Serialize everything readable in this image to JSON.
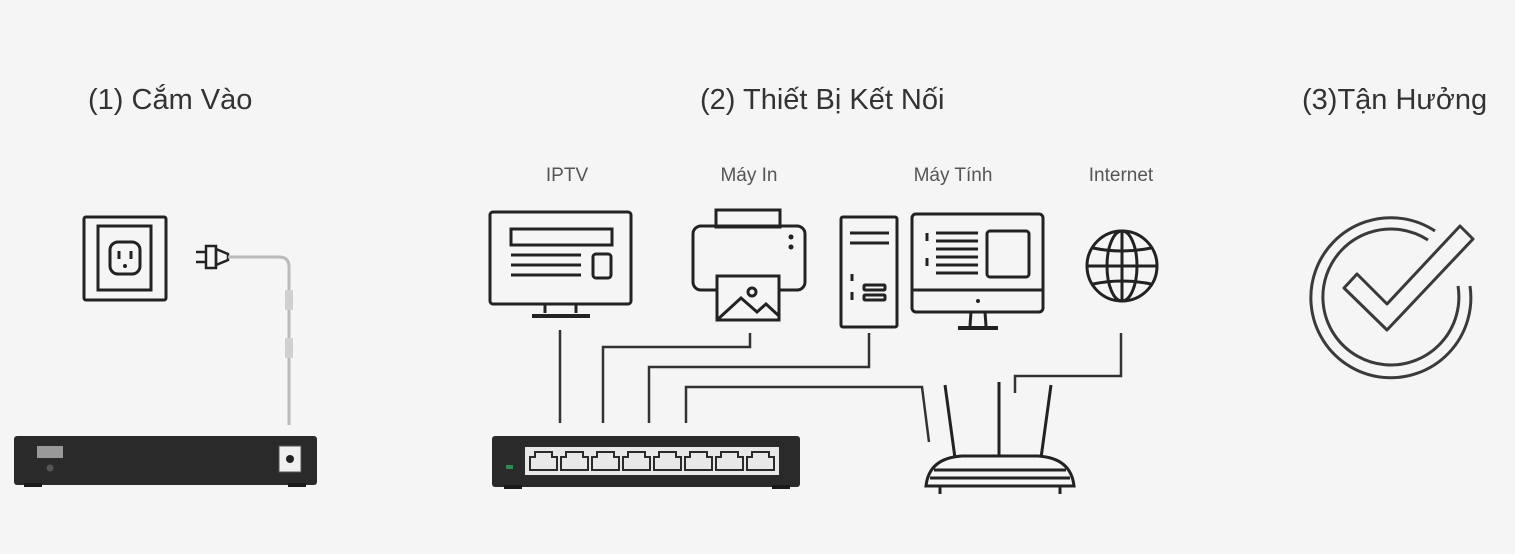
{
  "steps": {
    "plug_in": "(1) Cắm Vào",
    "connect": "(2) Thiết Bị Kết Nối",
    "enjoy": "(3)Tận Hưởng"
  },
  "devices": {
    "iptv": "IPTV",
    "printer": "Máy In",
    "computer": "Máy Tính",
    "internet": "Internet"
  },
  "colors": {
    "background": "#f5f5f5",
    "line_art": "#222222",
    "switch_body": "#2a2a2a",
    "cable": "#bbbbbb",
    "port_led": "#2e8b57"
  },
  "icons": [
    "power-outlet-icon",
    "power-plug-icon",
    "tv-monitor-icon",
    "printer-icon",
    "pc-tower-icon",
    "desktop-monitor-icon",
    "globe-icon",
    "router-icon",
    "network-switch-icon",
    "checkmark-circle-icon"
  ]
}
